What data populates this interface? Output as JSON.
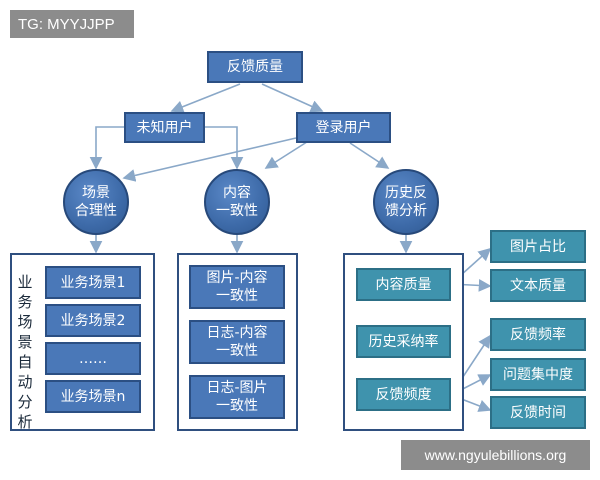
{
  "watermark_top": "TG: MYYJJPP",
  "watermark_bottom": "www.ngyulebillions.org",
  "root": "反馈质量",
  "level1": [
    "未知用户",
    "登录用户"
  ],
  "circles": [
    "场景\n合理性",
    "内容\n一致性",
    "历史反\n馈分析"
  ],
  "panel_left": {
    "side_label": "业务场景自动分析",
    "items": [
      "业务场景1",
      "业务场景2",
      "……",
      "业务场景n"
    ]
  },
  "panel_middle": {
    "items": [
      "图片-内容\n一致性",
      "日志-内容\n一致性",
      "日志-图片\n一致性"
    ]
  },
  "panel_right": {
    "items": [
      "内容质量",
      "历史采纳率",
      "反馈频度"
    ]
  },
  "right_branches": {
    "from_content_quality": [
      "图片占比",
      "文本质量"
    ],
    "from_feedback_freq": [
      "反馈频率",
      "问题集中度",
      "反馈时间"
    ]
  }
}
